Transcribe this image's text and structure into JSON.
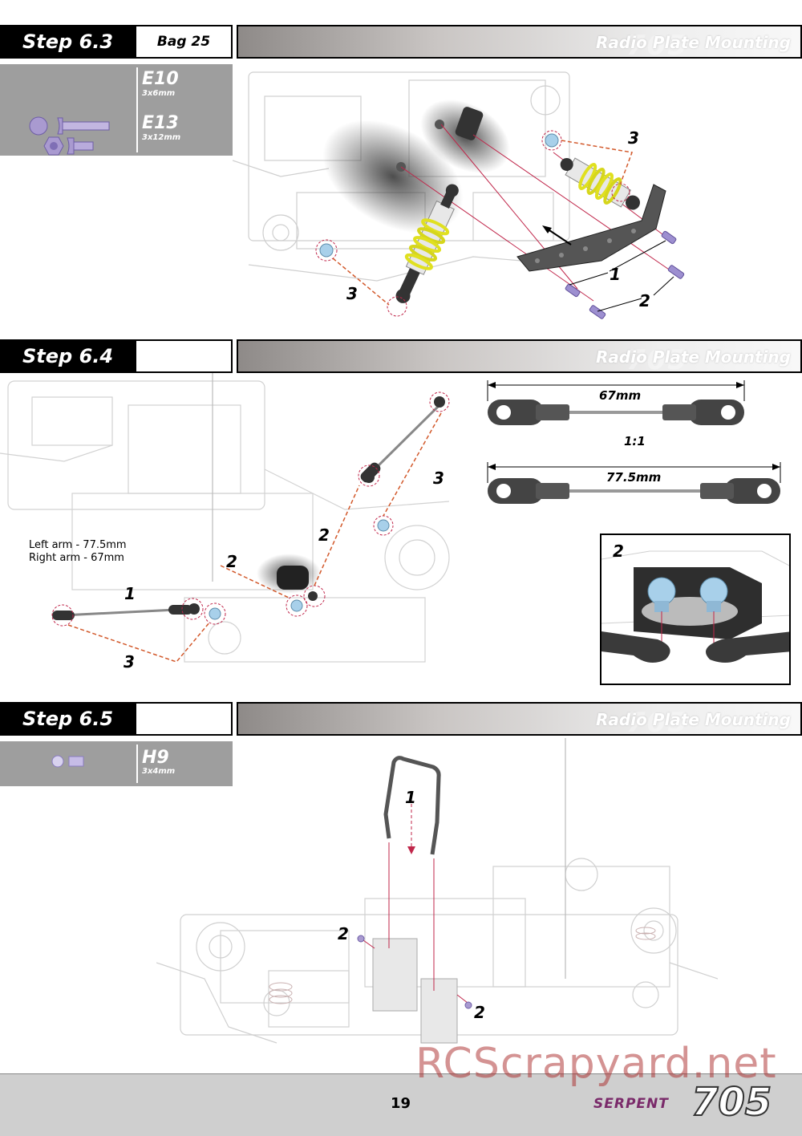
{
  "steps": [
    {
      "label": "Step 6.3",
      "bag": "Bag 25",
      "title": "Radio Plate Mounting",
      "ghost": "705",
      "parts": [
        {
          "code": "E10",
          "size": "3x6mm"
        },
        {
          "code": "E13",
          "size": "3x12mm"
        }
      ],
      "callouts": [
        "3",
        "3",
        "1",
        "2"
      ]
    },
    {
      "label": "Step 6.4",
      "bag": "",
      "title": "Radio Plate Mounting",
      "ghost": "705",
      "note": [
        "Left arm - 77.5mm",
        "Right arm - 67mm"
      ],
      "callouts": [
        "1",
        "2",
        "2",
        "3",
        "3"
      ],
      "turnbuckles": [
        {
          "length": "67mm"
        },
        {
          "length": "77.5mm"
        }
      ],
      "scale": "1:1",
      "inset_callout": "2"
    },
    {
      "label": "Step 6.5",
      "bag": "",
      "title": "Radio Plate Mounting",
      "ghost": "705",
      "parts": [
        {
          "code": "H9",
          "size": "3x4mm"
        }
      ],
      "callouts": [
        "1",
        "2",
        "2"
      ]
    }
  ],
  "footer": {
    "page": "19",
    "brand": "SERPENT",
    "model": "705",
    "watermark": "RCScrapyard.net"
  }
}
